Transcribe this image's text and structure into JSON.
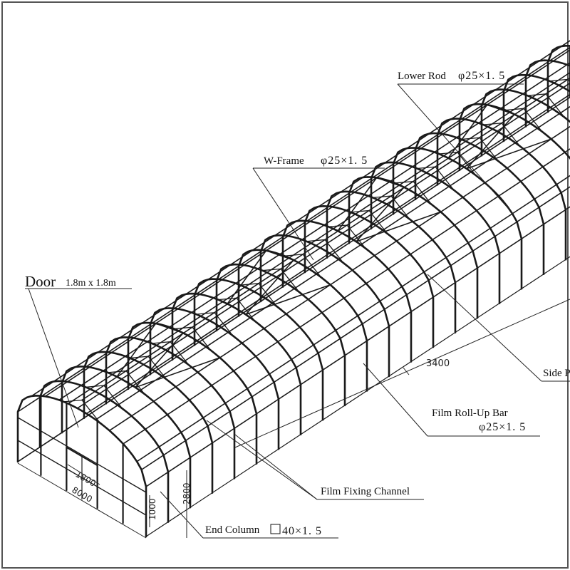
{
  "labels": {
    "door": {
      "name": "Door",
      "size": "1.8m x 1.8m"
    },
    "lower_rod": {
      "name": "Lower Rod",
      "spec": "φ25×1. 5"
    },
    "w_frame": {
      "name": "W-Frame",
      "spec": "φ25×1. 5"
    },
    "side_partial": "Side P",
    "film_rollup": {
      "name": "Film Roll-Up Bar",
      "spec": "φ25×1. 5"
    },
    "film_fixing": "Film Fixing Channel",
    "end_column": {
      "name": "End Column",
      "spec": "40×1. 5"
    }
  },
  "dimensions": {
    "length": "3400",
    "door_width": "1800",
    "span": "8000",
    "side_height": "1000",
    "ridge_height": "2800"
  }
}
